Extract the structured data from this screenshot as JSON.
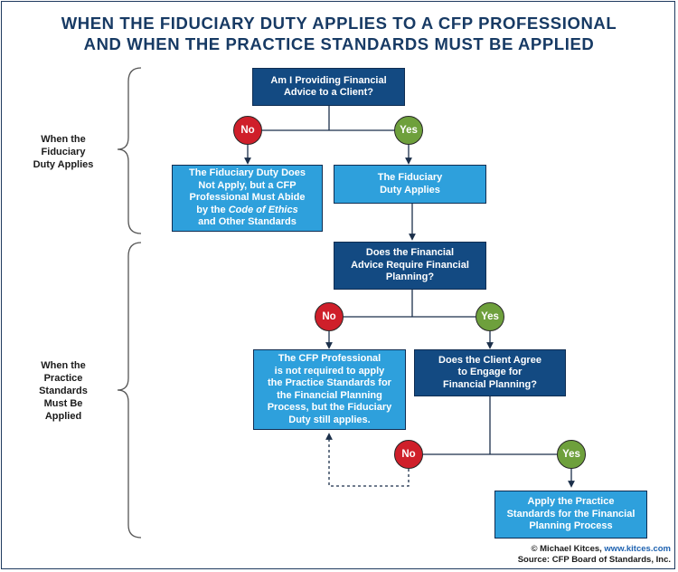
{
  "title": {
    "line1": "WHEN THE FIDUCIARY DUTY APPLIES TO A CFP PROFESSIONAL",
    "line2": "AND WHEN THE PRACTICE STANDARDS MUST BE APPLIED"
  },
  "side_labels": {
    "fiduciary": [
      "When the",
      "Fiduciary",
      "Duty Applies"
    ],
    "practice": [
      "When the",
      "Practice",
      "Standards",
      "Must Be",
      "Applied"
    ]
  },
  "nodes": {
    "q1": [
      "Am I Providing Financial",
      "Advice to a Client?"
    ],
    "no_duty": {
      "line1": "The Fiduciary Duty Does",
      "line2": "Not Apply, but a CFP",
      "line3": "Professional Must Abide",
      "line4_prefix": "by the ",
      "line4_em": "Code of Ethics",
      "line5": "and Other Standards"
    },
    "duty_applies": [
      "The Fiduciary",
      "Duty Applies"
    ],
    "q2": [
      "Does the Financial",
      "Advice Require Financial",
      "Planning?"
    ],
    "not_required": [
      "The CFP Professional",
      "is not required to apply",
      "the Practice Standards for",
      "the Financial Planning",
      "Process, but the Fiduciary",
      "Duty still applies."
    ],
    "q3": [
      "Does the Client Agree",
      "to Engage for",
      "Financial Planning?"
    ],
    "apply": [
      "Apply the Practice",
      "Standards for the Financial",
      "Planning Process"
    ]
  },
  "answers": {
    "no": "No",
    "yes": "Yes"
  },
  "credit": {
    "prefix": "© Michael Kitces, ",
    "link": "www.kitces.com",
    "source": "Source: CFP Board of Standards, Inc."
  },
  "colors": {
    "title": "#173a64",
    "dark_box": "#134a82",
    "light_box": "#2ea0dc",
    "no_circle": "#cf1f2a",
    "yes_circle": "#6ea03c",
    "connector": "#1b2f4a"
  }
}
